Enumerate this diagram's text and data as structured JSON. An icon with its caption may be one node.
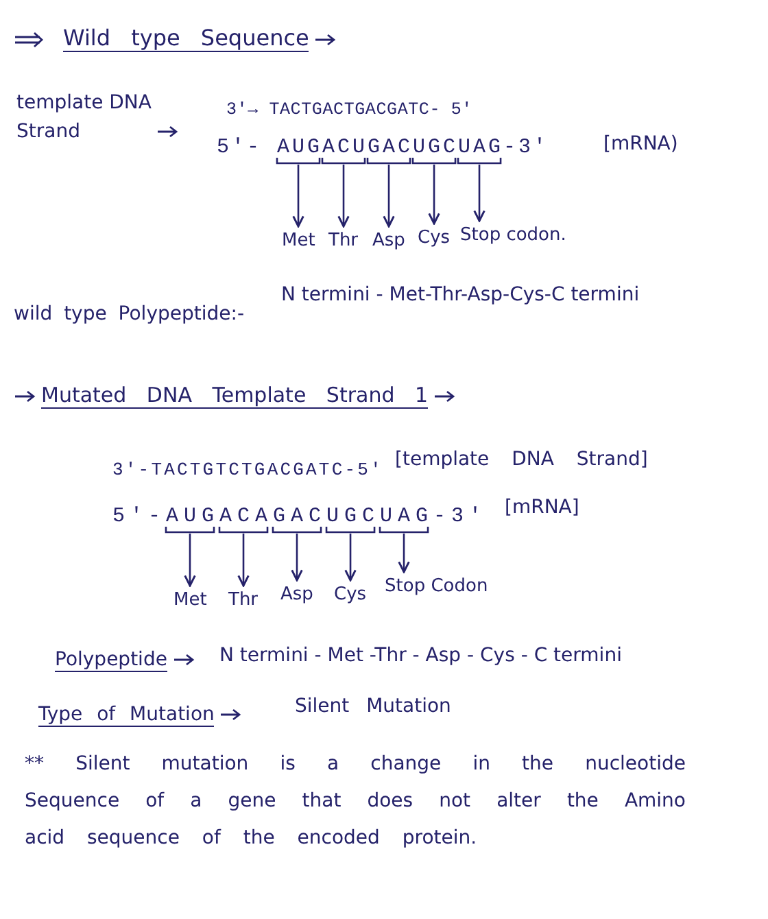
{
  "diagram": {
    "nodes": [
      {
        "text": [
          "Met"
        ]
      },
      {
        "text": [
          "Thr"
        ]
      },
      {
        "text": [
          "Asp"
        ]
      },
      {
        "text": [
          "Cys"
        ]
      },
      {
        "text": [
          "Stop codon."
        ]
      },
      {
        "text": [
          "Met"
        ]
      },
      {
        "text": [
          "Thr"
        ]
      },
      {
        "text": [
          "Asp"
        ]
      },
      {
        "text": [
          "Cys"
        ]
      },
      {
        "text": [
          "Stop Codon"
        ]
      }
    ],
    "edges": [
      {
        "from": null,
        "to": 0,
        "arrow": "to"
      },
      {
        "from": null,
        "to": 1,
        "arrow": "to"
      },
      {
        "from": null,
        "to": 2,
        "arrow": "to"
      },
      {
        "from": null,
        "to": 3,
        "arrow": "to"
      },
      {
        "from": null,
        "to": 4,
        "arrow": "to"
      },
      {
        "from": null,
        "to": 5,
        "arrow": "to"
      },
      {
        "from": null,
        "to": 6,
        "arrow": "to"
      },
      {
        "from": null,
        "to": 7,
        "arrow": "to"
      },
      {
        "from": null,
        "to": 8,
        "arrow": "to"
      },
      {
        "from": null,
        "to": 9,
        "arrow": "to"
      }
    ],
    "labels": [
      "Wild type Sequence",
      "template DNA Strand",
      "3'→ TACTGACTGACGATC- 5'",
      "5'- AUGACUGACUGCUAG-3'",
      "[mRNA)",
      "wild type Polypeptide:-",
      "N termini - Met-Thr-Asp-Cys-C termini",
      "Mutated DNA Template Strand 1",
      "3'-TACTGTCTGACGATC-5'",
      "[template DNA Strand]",
      "5'-AUGACAGACUGCUAG-3'",
      "[mRNA]",
      "Polypeptide",
      "N termini - Met -Thr - Asp - Cys - C termini",
      "Type of Mutation",
      "Silent Mutation",
      "** Silent mutation is a change in the nucleotide Sequence of a gene that does not alter the Amino acid sequence of the encoded protein."
    ]
  }
}
